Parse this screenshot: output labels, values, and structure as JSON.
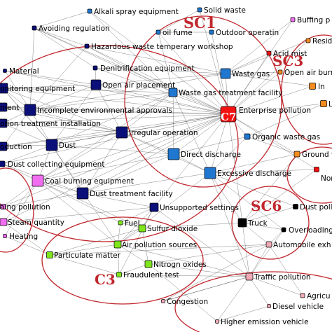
{
  "colors": {
    "darkblue": "#0b0f7a",
    "blue": "#1f77d0",
    "red": "#f31212",
    "orange": "#f58c1e",
    "green": "#7fe51d",
    "pink": "#f08ab2",
    "magenta": "#f16ef0",
    "lightpink": "#f0a9b5",
    "black": "#000000",
    "ring": "#c0272d"
  },
  "clusters": [
    {
      "id": "sc1",
      "label": "SC1"
    },
    {
      "id": "sc3",
      "label": "SC3"
    },
    {
      "id": "c3",
      "label": "C3"
    },
    {
      "id": "sc6",
      "label": "SC6"
    },
    {
      "id": "c7",
      "label": "C7"
    }
  ],
  "nodes": [
    {
      "id": "alkali",
      "label": "Alkali spray equipment",
      "color": "blue"
    },
    {
      "id": "solidwaste",
      "label": "Solid waste",
      "color": "blue"
    },
    {
      "id": "buffing",
      "label": "Buffing p",
      "color": "magenta"
    },
    {
      "id": "avoiding",
      "label": "Avoiding regulation",
      "color": "darkblue"
    },
    {
      "id": "oilfume",
      "label": "oil fume",
      "color": "blue"
    },
    {
      "id": "outdoor",
      "label": "Outdoor operatin",
      "color": "blue"
    },
    {
      "id": "resid",
      "label": "Resid",
      "color": "orange"
    },
    {
      "id": "hazard",
      "label": "Hazardous waste temperary workshop",
      "color": "darkblue"
    },
    {
      "id": "acidmist",
      "label": "Acid mist",
      "color": "red"
    },
    {
      "id": "material",
      "label": "Material",
      "color": "darkblue"
    },
    {
      "id": "denitr",
      "label": "Denitrification equipment",
      "color": "darkblue"
    },
    {
      "id": "openairburn",
      "label": "Open air burn",
      "color": "orange"
    },
    {
      "id": "monitoring",
      "label": "onitoring equipment",
      "color": "darkblue"
    },
    {
      "id": "openairplacement",
      "label": "Open air placement",
      "color": "darkblue"
    },
    {
      "id": "wastegas",
      "label": "Waste gas",
      "color": "blue"
    },
    {
      "id": "incense",
      "label": "In",
      "color": "orange"
    },
    {
      "id": "wgtf",
      "label": "Waste gas treatment facility",
      "color": "blue"
    },
    {
      "id": "ment",
      "label": "ment",
      "color": "darkblue"
    },
    {
      "id": "incomplete",
      "label": "Incomplete environmental approvals",
      "color": "darkblue"
    },
    {
      "id": "enterprise",
      "label": "Enterprise pollution",
      "color": "red"
    },
    {
      "id": "ltag",
      "label": "L",
      "color": "orange"
    },
    {
      "id": "treatmentinst",
      "label": "otion treatment installation",
      "color": "darkblue"
    },
    {
      "id": "irregular",
      "label": "Irregular operation",
      "color": "darkblue"
    },
    {
      "id": "organic",
      "label": "Organic waste gas",
      "color": "blue"
    },
    {
      "id": "production",
      "label": "oduction",
      "color": "darkblue"
    },
    {
      "id": "dust",
      "label": "Dust",
      "color": "darkblue"
    },
    {
      "id": "groundv",
      "label": "Ground v",
      "color": "orange"
    },
    {
      "id": "directdischarge",
      "label": "Direct discharge",
      "color": "blue"
    },
    {
      "id": "dustcollecting",
      "label": "Dust collecting equipment",
      "color": "darkblue"
    },
    {
      "id": "nonmethane",
      "label": "Nonmethane",
      "color": "red"
    },
    {
      "id": "coalburning",
      "label": "Coal burning equipment",
      "color": "magenta"
    },
    {
      "id": "excessive",
      "label": "Excessive discharge",
      "color": "blue"
    },
    {
      "id": "dusttreat",
      "label": "Dust treatment facility",
      "color": "darkblue"
    },
    {
      "id": "dustpollu",
      "label": "Dust pollu",
      "color": "black"
    },
    {
      "id": "aingpollution",
      "label": "aing pollution",
      "color": "magenta"
    },
    {
      "id": "unsupported",
      "label": "Unsupported settings",
      "color": "darkblue"
    },
    {
      "id": "fuel",
      "label": "Fuel",
      "color": "green"
    },
    {
      "id": "steam",
      "label": "Steam quantity",
      "color": "magenta"
    },
    {
      "id": "sulfur",
      "label": "Sulfur dioxide",
      "color": "green"
    },
    {
      "id": "truck",
      "label": "Truck",
      "color": "black"
    },
    {
      "id": "overloading",
      "label": "Overloading",
      "color": "black"
    },
    {
      "id": "heating",
      "label": "Heating",
      "color": "magenta"
    },
    {
      "id": "airpollsources",
      "label": "Air pollution sources",
      "color": "green"
    },
    {
      "id": "automobile",
      "label": "Automobile exh",
      "color": "lightpink"
    },
    {
      "id": "particulate",
      "label": "Particulate matter",
      "color": "green"
    },
    {
      "id": "nitrogen",
      "label": "Nitrogn oxides",
      "color": "green"
    },
    {
      "id": "fraudulent",
      "label": "Fraudulent test",
      "color": "green"
    },
    {
      "id": "traffic",
      "label": "Traffic pollution",
      "color": "lightpink"
    },
    {
      "id": "agricu",
      "label": "Agricu",
      "color": "lightpink"
    },
    {
      "id": "congestion",
      "label": "Congestion",
      "color": "lightpink"
    },
    {
      "id": "diesel",
      "label": "Diesel vehicle",
      "color": "lightpink"
    },
    {
      "id": "higheremission",
      "label": "Higher emission vehicle",
      "color": "lightpink"
    }
  ],
  "hubs": [
    {
      "id": "enterprise",
      "label": "C7"
    }
  ]
}
